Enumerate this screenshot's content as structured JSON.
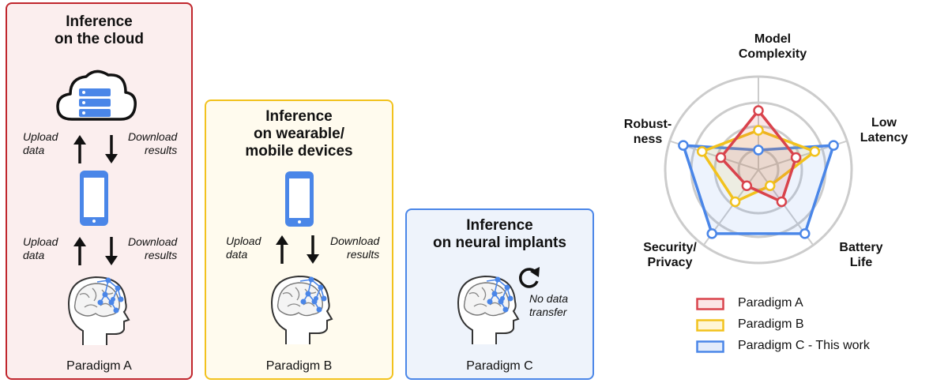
{
  "panels": {
    "a": {
      "title_line1": "Inference",
      "title_line2": "on the cloud",
      "upper_left": [
        "Upload",
        "data"
      ],
      "upper_right": [
        "Download",
        "results"
      ],
      "lower_left": [
        "Upload",
        "data"
      ],
      "lower_right": [
        "Download",
        "results"
      ],
      "label": "Paradigm A",
      "border_color": "#c0262d",
      "fill_color": "#fbeeee"
    },
    "b": {
      "title_line1": "Inference",
      "title_line2": "on wearable/",
      "title_line3": "mobile devices",
      "left": [
        "Upload",
        "data"
      ],
      "right": [
        "Download",
        "results"
      ],
      "label": "Paradigm B",
      "border_color": "#f2c21d",
      "fill_color": "#fffbee"
    },
    "c": {
      "title_line1": "Inference",
      "title_line2": "on neural implants",
      "note": [
        "No data",
        "transfer"
      ],
      "label": "Paradigm C",
      "border_color": "#4a86e8",
      "fill_color": "#eef3fb"
    }
  },
  "icons": {
    "cloud": "cloud-server-icon",
    "phone": "smartphone-icon",
    "head": "brain-head-icon",
    "loop": "loop-arrow-icon"
  },
  "radar": {
    "axes": [
      [
        "Model",
        "Complexity"
      ],
      [
        "Low",
        "Latency"
      ],
      [
        "Battery",
        "Life"
      ],
      [
        "Security/",
        "Privacy"
      ],
      [
        "Robust-",
        "ness"
      ]
    ],
    "levels": 3,
    "series": [
      {
        "name": "Paradigm A",
        "color": "#d9434c",
        "values": [
          3,
          2,
          2,
          1,
          2
        ]
      },
      {
        "name": "Paradigm B",
        "color": "#f2c21d",
        "values": [
          2,
          3,
          1,
          2,
          3
        ]
      },
      {
        "name": "Paradigm C - This work",
        "color": "#4a86e8",
        "values": [
          1,
          4,
          4,
          4,
          4
        ]
      }
    ]
  },
  "legend": [
    "Paradigm A",
    "Paradigm B",
    "Paradigm C - This work"
  ]
}
